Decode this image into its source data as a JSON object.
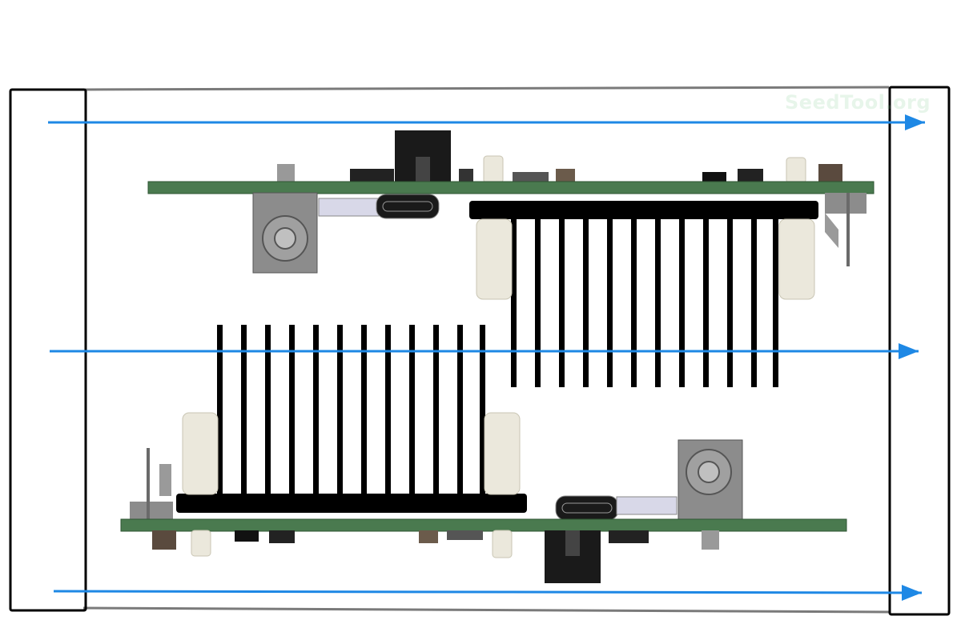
{
  "watermark": {
    "text": "SeedTool.org"
  },
  "colors": {
    "frame": "#000000",
    "enclosure": "#7a7a7a",
    "pcb": "#4a7a4f",
    "pcb_edge": "#2f5533",
    "heatsink": "#000000",
    "standoff": "#ebe8dc",
    "jack": "#8c8c8c",
    "usb": "#1a1a1a",
    "airflow_arrow": "#1e88e5"
  },
  "airflow": {
    "direction": "left-to-right",
    "arrow_count": 3
  }
}
